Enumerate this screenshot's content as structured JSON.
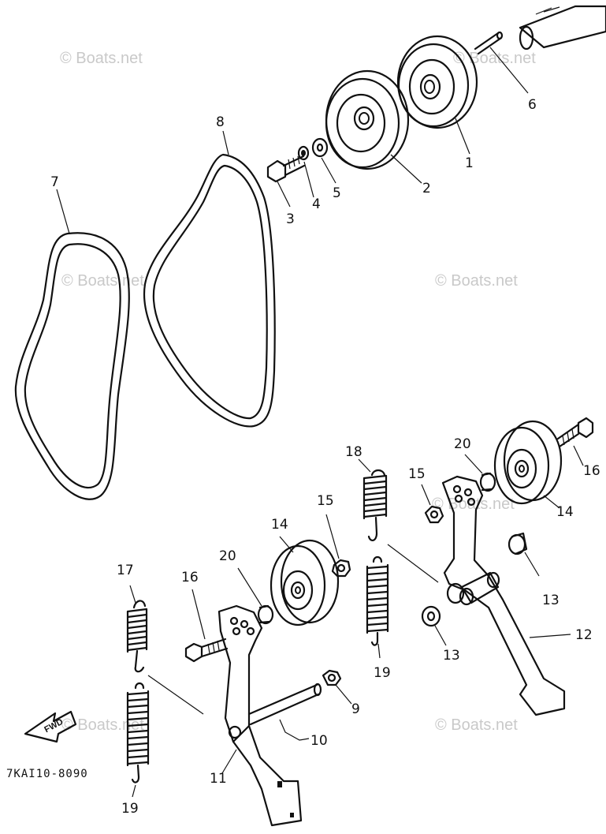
{
  "diagram": {
    "drawing_code": "7KAI10-8090",
    "fwd_label": "FWD",
    "watermark": "© Boats.net",
    "callouts": [
      {
        "id": "c1",
        "label": "1"
      },
      {
        "id": "c2",
        "label": "2"
      },
      {
        "id": "c3",
        "label": "3"
      },
      {
        "id": "c4",
        "label": "4"
      },
      {
        "id": "c5",
        "label": "5"
      },
      {
        "id": "c6",
        "label": "6"
      },
      {
        "id": "c7",
        "label": "7"
      },
      {
        "id": "c8",
        "label": "8"
      },
      {
        "id": "c9",
        "label": "9"
      },
      {
        "id": "c10",
        "label": "10"
      },
      {
        "id": "c11",
        "label": "11"
      },
      {
        "id": "c12",
        "label": "12"
      },
      {
        "id": "c13a",
        "label": "13"
      },
      {
        "id": "c13b",
        "label": "13"
      },
      {
        "id": "c14a",
        "label": "14"
      },
      {
        "id": "c14b",
        "label": "14"
      },
      {
        "id": "c15a",
        "label": "15"
      },
      {
        "id": "c15b",
        "label": "15"
      },
      {
        "id": "c16a",
        "label": "16"
      },
      {
        "id": "c16b",
        "label": "16"
      },
      {
        "id": "c17",
        "label": "17"
      },
      {
        "id": "c18",
        "label": "18"
      },
      {
        "id": "c19a",
        "label": "19"
      },
      {
        "id": "c19b",
        "label": "19"
      },
      {
        "id": "c20a",
        "label": "20"
      },
      {
        "id": "c20b",
        "label": "20"
      }
    ]
  }
}
